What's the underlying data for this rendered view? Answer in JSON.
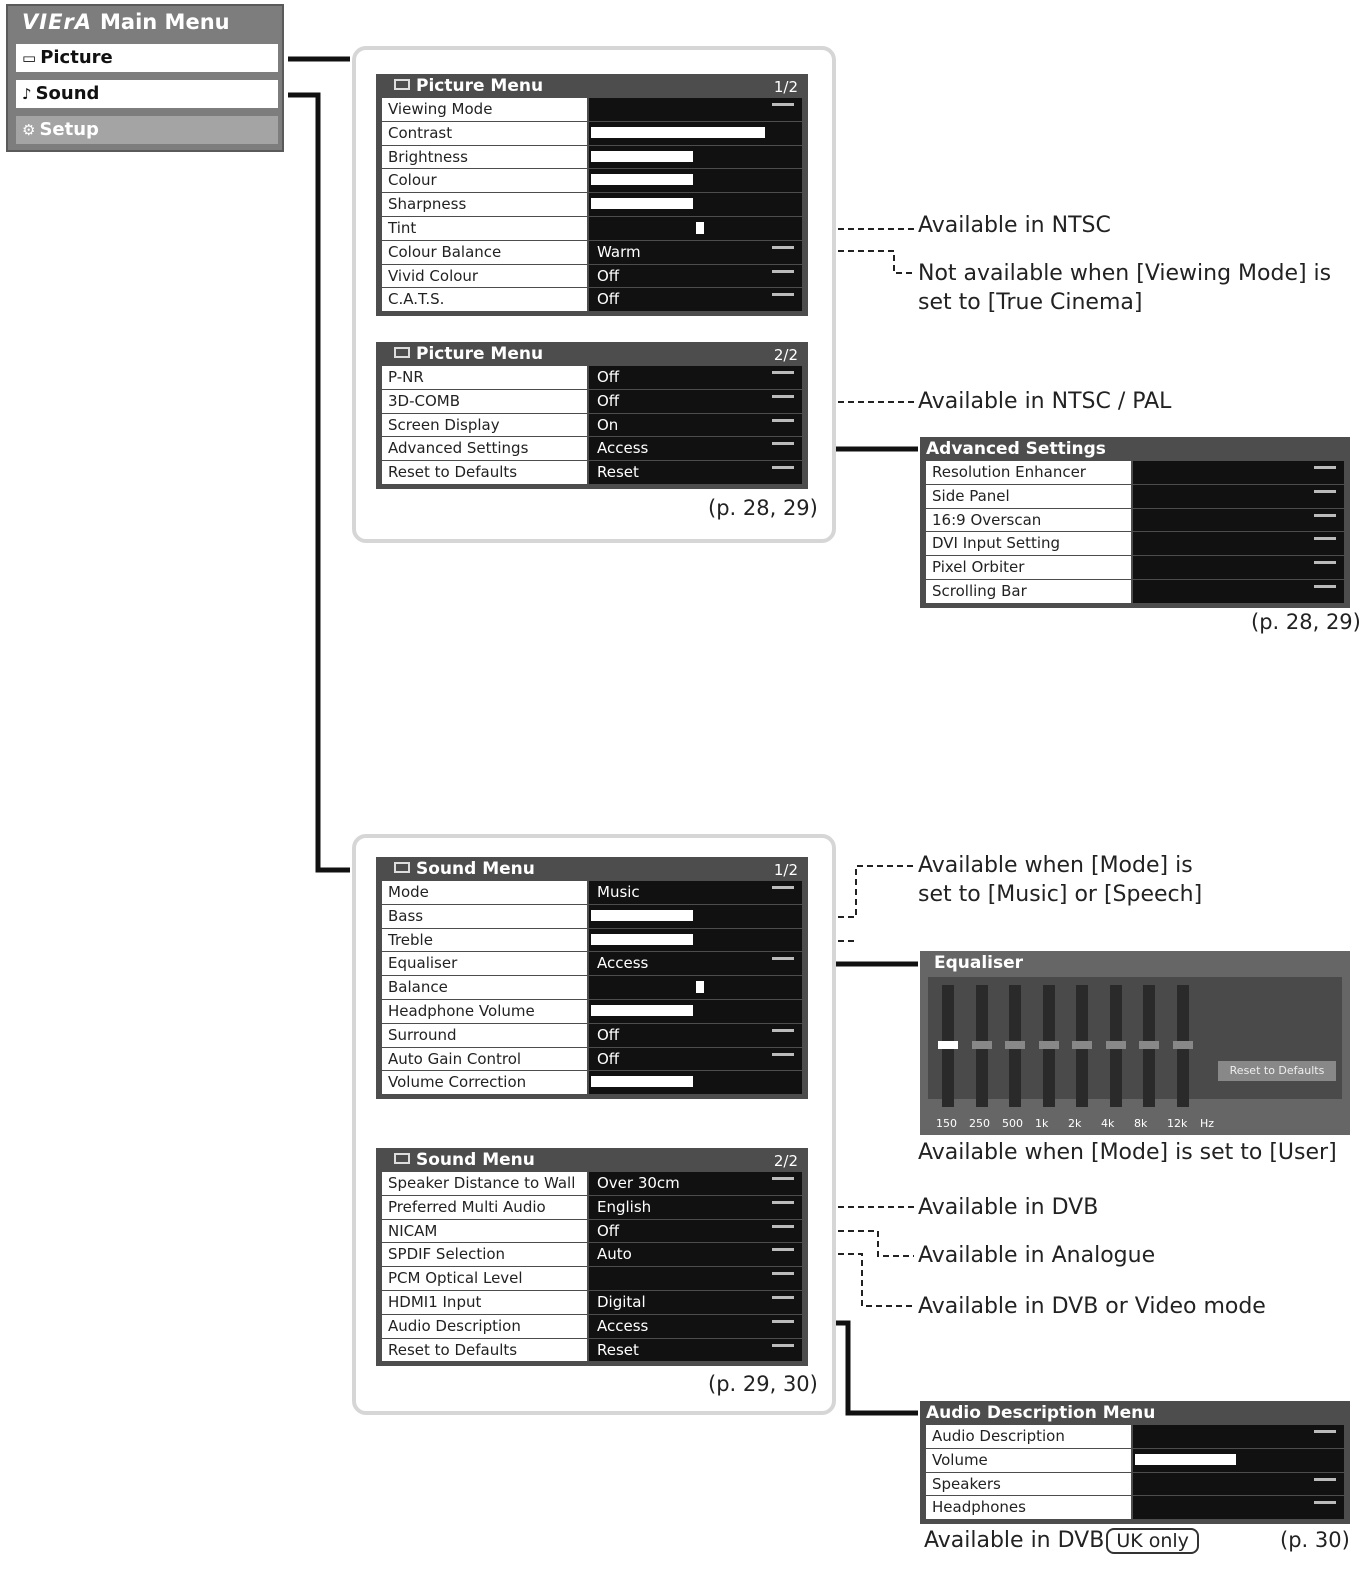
{
  "main_menu": {
    "title": "Main Menu",
    "logo": "VIErA",
    "items": [
      {
        "label": "Picture",
        "icon": "tv-icon",
        "selected": false
      },
      {
        "label": "Sound",
        "icon": "music-note-icon",
        "selected": false
      },
      {
        "label": "Setup",
        "icon": "gear-icon",
        "selected": true
      }
    ]
  },
  "picture_menu_1": {
    "title": "Picture Menu",
    "page": "1/2",
    "rows": [
      {
        "label": "Viewing Mode",
        "value": "",
        "bar": null
      },
      {
        "label": "Contrast",
        "value": "",
        "bar": 0.85
      },
      {
        "label": "Brightness",
        "value": "",
        "bar": 0.5
      },
      {
        "label": "Colour",
        "value": "",
        "bar": 0.5
      },
      {
        "label": "Sharpness",
        "value": "",
        "bar": 0.5
      },
      {
        "label": "Tint",
        "value": "",
        "knob": 0.5
      },
      {
        "label": "Colour Balance",
        "value": "Warm",
        "bar": null
      },
      {
        "label": "Vivid Colour",
        "value": "Off",
        "bar": null
      },
      {
        "label": "C.A.T.S.",
        "value": "Off",
        "bar": null
      }
    ]
  },
  "picture_menu_2": {
    "title": "Picture Menu",
    "page": "2/2",
    "rows": [
      {
        "label": "P-NR",
        "value": "Off"
      },
      {
        "label": "3D-COMB",
        "value": "Off"
      },
      {
        "label": "Screen Display",
        "value": "On"
      },
      {
        "label": "Advanced Settings",
        "value": "Access"
      },
      {
        "label": "Reset to Defaults",
        "value": "Reset"
      }
    ],
    "pages_ref": "(p. 28, 29)"
  },
  "advanced_settings": {
    "title": "Advanced Settings",
    "rows": [
      {
        "label": "Resolution Enhancer"
      },
      {
        "label": "Side Panel"
      },
      {
        "label": "16:9 Overscan"
      },
      {
        "label": "DVI Input Setting"
      },
      {
        "label": "Pixel Orbiter"
      },
      {
        "label": "Scrolling Bar"
      }
    ],
    "pages_ref": "(p. 28, 29)"
  },
  "sound_menu_1": {
    "title": "Sound Menu",
    "page": "1/2",
    "rows": [
      {
        "label": "Mode",
        "value": "Music",
        "bar": null
      },
      {
        "label": "Bass",
        "value": "",
        "bar": 0.5
      },
      {
        "label": "Treble",
        "value": "",
        "bar": 0.5
      },
      {
        "label": "Equaliser",
        "value": "Access",
        "bar": null
      },
      {
        "label": "Balance",
        "value": "",
        "knob": 0.5
      },
      {
        "label": "Headphone Volume",
        "value": "",
        "bar": 0.5
      },
      {
        "label": "Surround",
        "value": "Off",
        "bar": null
      },
      {
        "label": "Auto Gain Control",
        "value": "Off",
        "bar": null
      },
      {
        "label": "Volume Correction",
        "value": "",
        "bar": 0.5
      }
    ]
  },
  "sound_menu_2": {
    "title": "Sound Menu",
    "page": "2/2",
    "rows": [
      {
        "label": "Speaker Distance to Wall",
        "value": "Over 30cm"
      },
      {
        "label": "Preferred Multi Audio",
        "value": "English"
      },
      {
        "label": "NICAM",
        "value": "Off"
      },
      {
        "label": "SPDIF Selection",
        "value": "Auto"
      },
      {
        "label": "PCM Optical Level",
        "value": ""
      },
      {
        "label": "HDMI1 Input",
        "value": "Digital"
      },
      {
        "label": "Audio Description",
        "value": "Access"
      },
      {
        "label": "Reset to Defaults",
        "value": "Reset"
      }
    ],
    "pages_ref": "(p. 29, 30)"
  },
  "equaliser": {
    "title": "Equaliser",
    "reset_label": "Reset to Defaults",
    "frequencies": [
      "150",
      "250",
      "500",
      "1k",
      "2k",
      "4k",
      "8k",
      "12k",
      "Hz"
    ]
  },
  "audio_description_menu": {
    "title": "Audio Description Menu",
    "rows": [
      {
        "label": "Audio Description",
        "bar": null
      },
      {
        "label": "Volume",
        "bar": 0.5
      },
      {
        "label": "Speakers",
        "bar": null
      },
      {
        "label": "Headphones",
        "bar": null
      }
    ],
    "pages_ref": "(p. 30)"
  },
  "notes": {
    "ntsc": "Available in NTSC",
    "not_true_cinema_1": "Not available when [Viewing Mode] is",
    "not_true_cinema_2": "set to [True Cinema]",
    "ntsc_pal": "Available in NTSC / PAL",
    "mode_music_1": "Available when [Mode] is",
    "mode_music_2": "set to [Music] or [Speech]",
    "mode_user": "Available when [Mode] is set to [User]",
    "dvb": "Available in DVB",
    "analogue": "Available in Analogue",
    "dvb_video": "Available in DVB or Video mode",
    "dvb_uk": "Available in DVB",
    "uk_only": "UK only"
  }
}
